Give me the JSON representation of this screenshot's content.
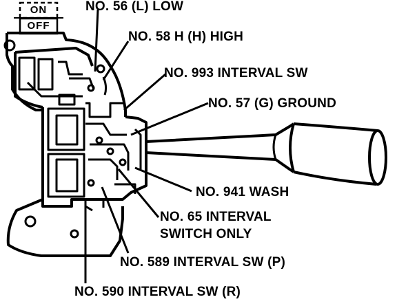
{
  "switch_indicator": {
    "on": "ON",
    "off": "OFF"
  },
  "labels": [
    {
      "id": "l56",
      "text": "NO. 56 (L) LOW"
    },
    {
      "id": "l58",
      "text": "NO. 58 H (H) HIGH"
    },
    {
      "id": "l993",
      "text": "NO. 993 INTERVAL SW"
    },
    {
      "id": "l57",
      "text": "NO. 57 (G) GROUND"
    },
    {
      "id": "l941",
      "text": "NO. 941 WASH"
    },
    {
      "id": "l65a",
      "text": "NO. 65 INTERVAL"
    },
    {
      "id": "l65b",
      "text": "SWITCH ONLY"
    },
    {
      "id": "l589",
      "text": "NO. 589 INTERVAL SW (P)"
    },
    {
      "id": "l590",
      "text": "NO. 590 INTERVAL SW (R)"
    }
  ]
}
